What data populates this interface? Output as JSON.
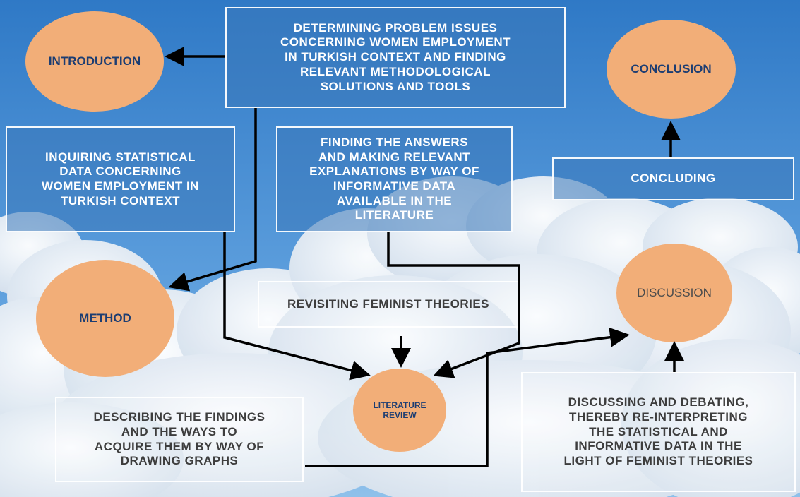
{
  "boxes": {
    "determining": "DETERMINING PROBLEM ISSUES\nCONCERNING WOMEN EMPLOYMENT\nIN TURKISH CONTEXT AND FINDING\nRELEVANT METHODOLOGICAL\nSOLUTIONS AND TOOLS",
    "inquiring": "INQUIRING STATISTICAL\nDATA CONCERNING\nWOMEN EMPLOYMENT IN\nTURKISH CONTEXT",
    "finding": "FINDING THE ANSWERS\nAND MAKING RELEVANT\nEXPLANATIONS BY WAY OF\nINFORMATIVE DATA\nAVAILABLE IN THE\nLITERATURE",
    "concluding": "CONCLUDING",
    "revisiting": "REVISITING FEMINIST THEORIES",
    "describing": "DESCRIBING THE FINDINGS\nAND THE WAYS TO\nACQUIRE THEM BY WAY OF\nDRAWING GRAPHS",
    "discussing": "DISCUSSING AND DEBATING,\nTHEREBY RE-INTERPRETING\nTHE STATISTICAL AND\nINFORMATIVE DATA IN THE\nLIGHT OF FEMINIST THEORIES"
  },
  "nodes": {
    "introduction": "INTRODUCTION",
    "conclusion": "CONCLUSION",
    "method": "METHOD",
    "discussion": "DISCUSSION",
    "literature_review": "LITERATURE\nREVIEW"
  },
  "colors": {
    "sky": "#4f93d6",
    "node_fill": "#f2ae78",
    "arrow": "#000000",
    "box_border": "#ffffff"
  }
}
